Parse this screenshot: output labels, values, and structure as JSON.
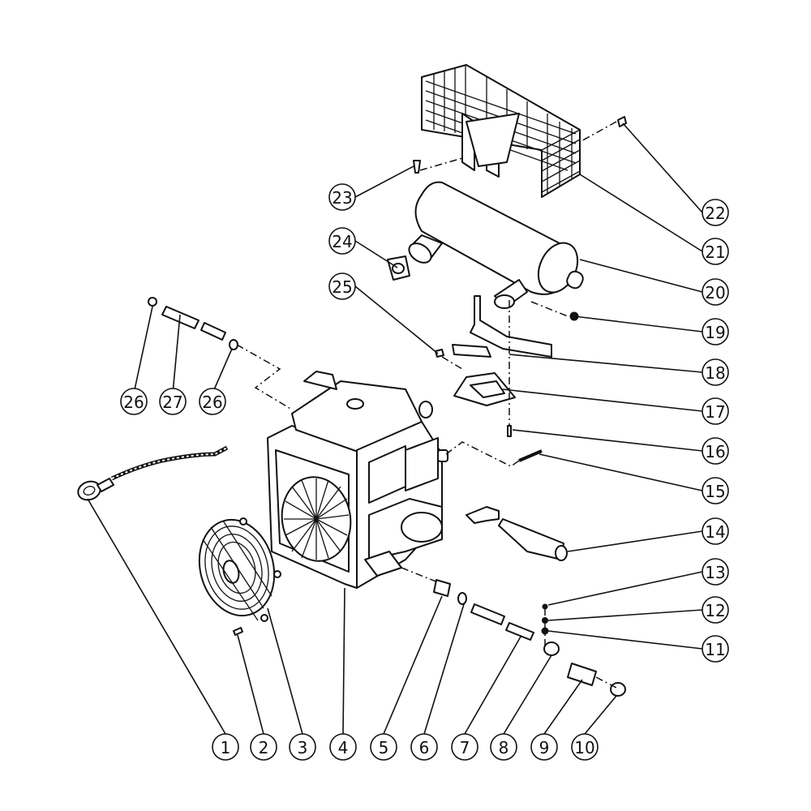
{
  "labels": {
    "c1": "1",
    "c2": "2",
    "c3": "3",
    "c4": "4",
    "c5": "5",
    "c6": "6",
    "c7": "7",
    "c8": "8",
    "c9": "9",
    "c10": "10",
    "c11": "11",
    "c12": "12",
    "c13": "13",
    "c14": "14",
    "c15": "15",
    "c16": "16",
    "c17": "17",
    "c18": "18",
    "c19": "19",
    "c20": "20",
    "c21": "21",
    "c22": "22",
    "c23": "23",
    "c24": "24",
    "c25": "25",
    "c26a": "26",
    "c27": "27",
    "c26b": "26"
  },
  "colors": {
    "line": "#111111",
    "background": "#ffffff"
  }
}
